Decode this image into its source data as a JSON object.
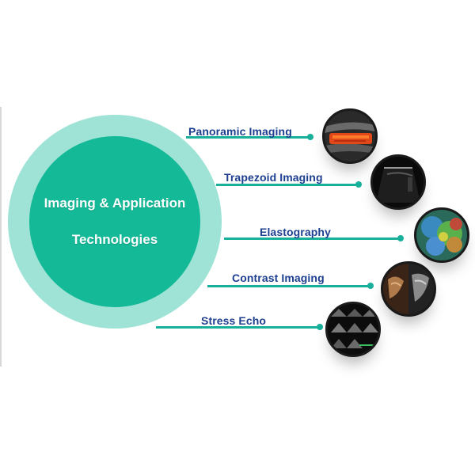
{
  "center": {
    "line1": "Imaging & Application",
    "line2": "Technologies"
  },
  "items": [
    {
      "label": "Panoramic Imaging",
      "icon": "panoramic-ultrasound-icon"
    },
    {
      "label": "Trapezoid Imaging",
      "icon": "trapezoid-ultrasound-icon"
    },
    {
      "label": "Elastography",
      "icon": "elastography-icon"
    },
    {
      "label": "Contrast Imaging",
      "icon": "contrast-imaging-icon"
    },
    {
      "label": "Stress Echo",
      "icon": "stress-echo-icon"
    }
  ],
  "colors": {
    "outer_ring": "#9ee3d6",
    "inner_circle": "#14b997",
    "connector": "#18b09a",
    "label_text": "#1d3f8f"
  }
}
